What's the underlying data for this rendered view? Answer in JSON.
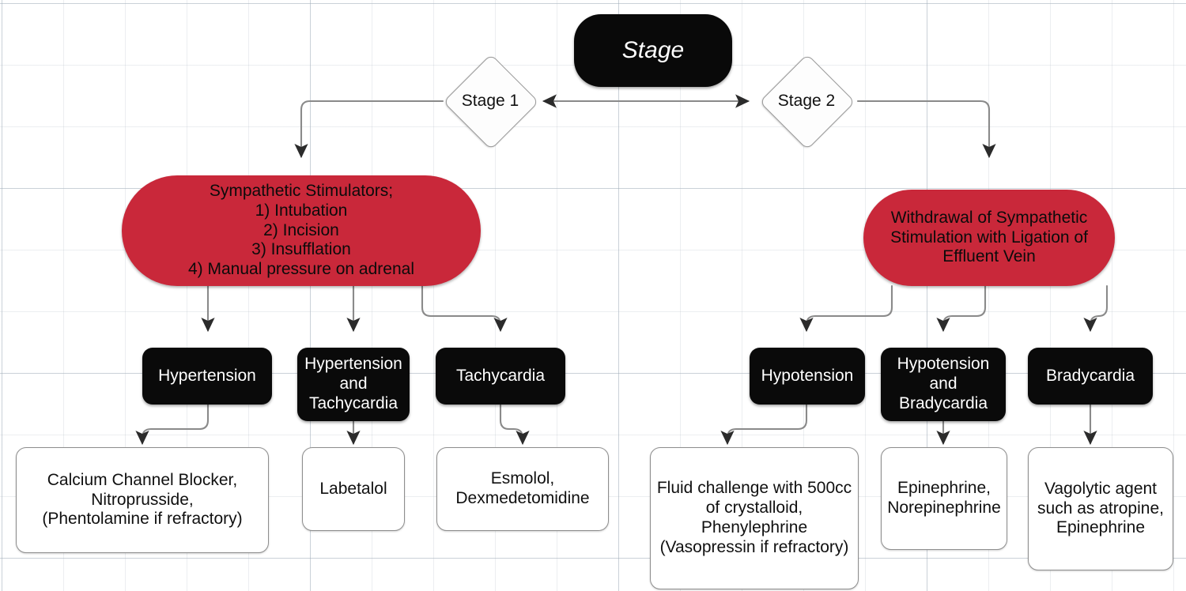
{
  "diagram": {
    "title": "Stage",
    "background": "grid",
    "colors": {
      "red_node": "#c9283a",
      "black_node": "#0a0a0a",
      "white_node": "#ffffff",
      "edge": "#8a8a8a",
      "arrowhead": "#2b2b2b",
      "grid_line": "#aab4be"
    },
    "nodes": {
      "root": {
        "label": "Stage"
      },
      "stage1": {
        "label": "Stage 1"
      },
      "stage2": {
        "label": "Stage 2"
      },
      "stage1_process": {
        "label": "Sympathetic Stimulators;\n1) Intubation\n2) Incision\n3) Insufflation\n4) Manual pressure on adrenal"
      },
      "stage2_process": {
        "label": "Withdrawal of Sympathetic Stimulation with Ligation of Effluent Vein"
      },
      "hypertension": {
        "label": "Hypertension"
      },
      "hypertension_and_tachycardia": {
        "label": "Hypertension\nand\nTachycardia"
      },
      "tachycardia": {
        "label": "Tachycardia"
      },
      "hypotension": {
        "label": "Hypotension"
      },
      "hypotension_and_bradycardia": {
        "label": "Hypotension\nand\nBradycardia"
      },
      "bradycardia": {
        "label": "Bradycardia"
      },
      "tx_hypertension": {
        "label": "Calcium Channel Blocker,\nNitroprusside,\n(Phentolamine if refractory)"
      },
      "tx_hypertension_tachy": {
        "label": "Labetalol"
      },
      "tx_tachycardia": {
        "label": "Esmolol,\nDexmedetomidine"
      },
      "tx_hypotension": {
        "label": "Fluid challenge with 500cc of crystalloid, Phenylephrine (Vasopressin if refractory)"
      },
      "tx_hypotension_brady": {
        "label": "Epinephrine,\nNorepinephrine"
      },
      "tx_bradycardia": {
        "label": "Vagolytic agent such as atropine, Epinephrine"
      }
    }
  }
}
